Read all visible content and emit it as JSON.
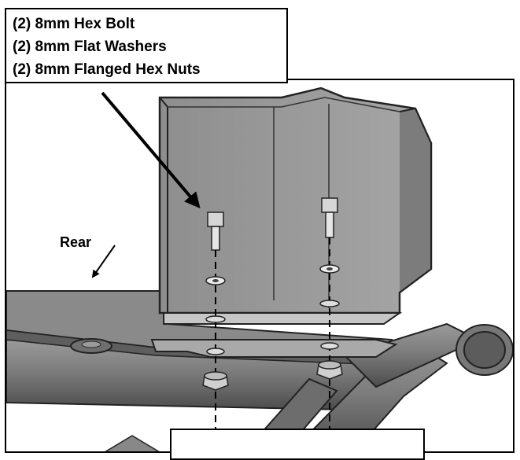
{
  "callout": {
    "lines": [
      "(2) 8mm Hex Bolt",
      "(2) 8mm Flat Washers",
      "(2) 8mm Flanged Hex Nuts"
    ]
  },
  "labels": {
    "rear": "Rear"
  },
  "colors": {
    "line": "#000000",
    "metal_light": "#b8b8b8",
    "metal_mid": "#8c8c8c",
    "metal_dark": "#5e5e5e",
    "tube": "#7a7a7a"
  }
}
